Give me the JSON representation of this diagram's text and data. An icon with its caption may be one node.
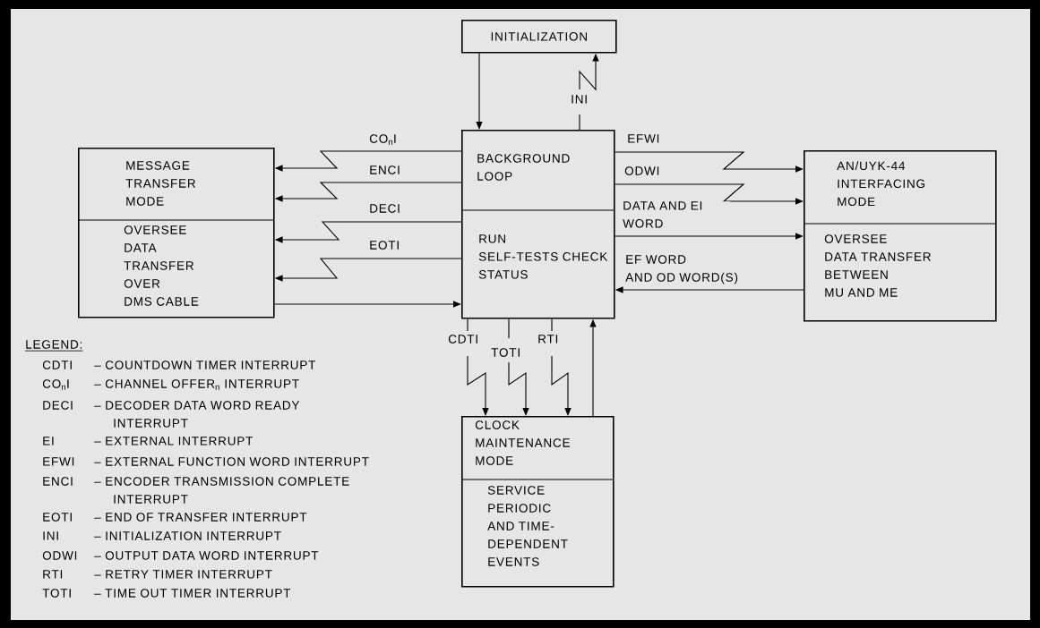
{
  "diagram": {
    "nodes": [
      {
        "text": [
          "INITIALIZATION"
        ]
      },
      {
        "text": [
          "BACKGROUND LOOP",
          "RUN SELF-TESTS CHECK STATUS"
        ]
      },
      {
        "text": [
          "MESSAGE TRANSFER MODE",
          "OVERSEE DATA TRANSFER OVER DMS CABLE"
        ]
      },
      {
        "text": [
          "AN/UYK-44 INTERFACING MODE",
          "OVERSEE DATA TRANSFER BETWEEN MU AND ME"
        ]
      },
      {
        "text": [
          "CLOCK MAINTENANCE MODE",
          "SERVICE PERIODIC AND TIME-DEPENDENT EVENTS"
        ]
      }
    ],
    "edges": [
      {
        "from": 0,
        "to": 1,
        "arrow": "to"
      },
      {
        "from": 1,
        "to": 0,
        "arrow": "to",
        "label": "INI"
      },
      {
        "from": 1,
        "to": 2,
        "arrow": "to",
        "label": "CO$_{n}$I"
      },
      {
        "from": 1,
        "to": 2,
        "arrow": "to",
        "label": "ENCI"
      },
      {
        "from": 1,
        "to": 2,
        "arrow": "to",
        "label": "DECI"
      },
      {
        "from": 1,
        "to": 2,
        "arrow": "to",
        "label": "EOTI"
      },
      {
        "from": 2,
        "to": 1,
        "arrow": "to"
      },
      {
        "from": 1,
        "to": 3,
        "arrow": "to",
        "label": "EFWI"
      },
      {
        "from": 1,
        "to": 3,
        "arrow": "to",
        "label": "ODWI"
      },
      {
        "from": 1,
        "to": 3,
        "arrow": "to",
        "label": "DATA AND EI WORD"
      },
      {
        "from": 3,
        "to": 1,
        "arrow": "to",
        "label": "EF WORD AND OD WORD(S)"
      },
      {
        "from": 1,
        "to": 4,
        "arrow": "to",
        "label": "CDTI"
      },
      {
        "from": 1,
        "to": 4,
        "arrow": "to",
        "label": "TOTI"
      },
      {
        "from": 1,
        "to": 4,
        "arrow": "to",
        "label": "RTI"
      },
      {
        "from": 4,
        "to": 1,
        "arrow": "to"
      }
    ],
    "labels": [
      "LEGEND:",
      "CDTI",
      "– COUNTDOWN TIMER INTERRUPT",
      "CO$_{n}$I",
      "– CHANNEL OFFER$_{n}$ INTERRUPT",
      "DECI",
      "– DECODER DATA WORD READY INTERRUPT",
      "EI",
      "– EXTERNAL INTERRUPT",
      "EFWI",
      "– EXTERNAL FUNCTION WORD INTERRUPT",
      "ENCI",
      "– ENCODER TRANSMISSION COMPLETE INTERRUPT",
      "EOTI",
      "– END OF TRANSFER INTERRUPT",
      "INI",
      "– INITIALIZATION INTERRUPT",
      "ODWI",
      "– OUTPUT DATA WORD INTERRUPT",
      "RTI",
      "– RETRY TIMER INTERRUPT",
      "TOTI",
      "– TIME OUT TIMER INTERRUPT"
    ]
  }
}
